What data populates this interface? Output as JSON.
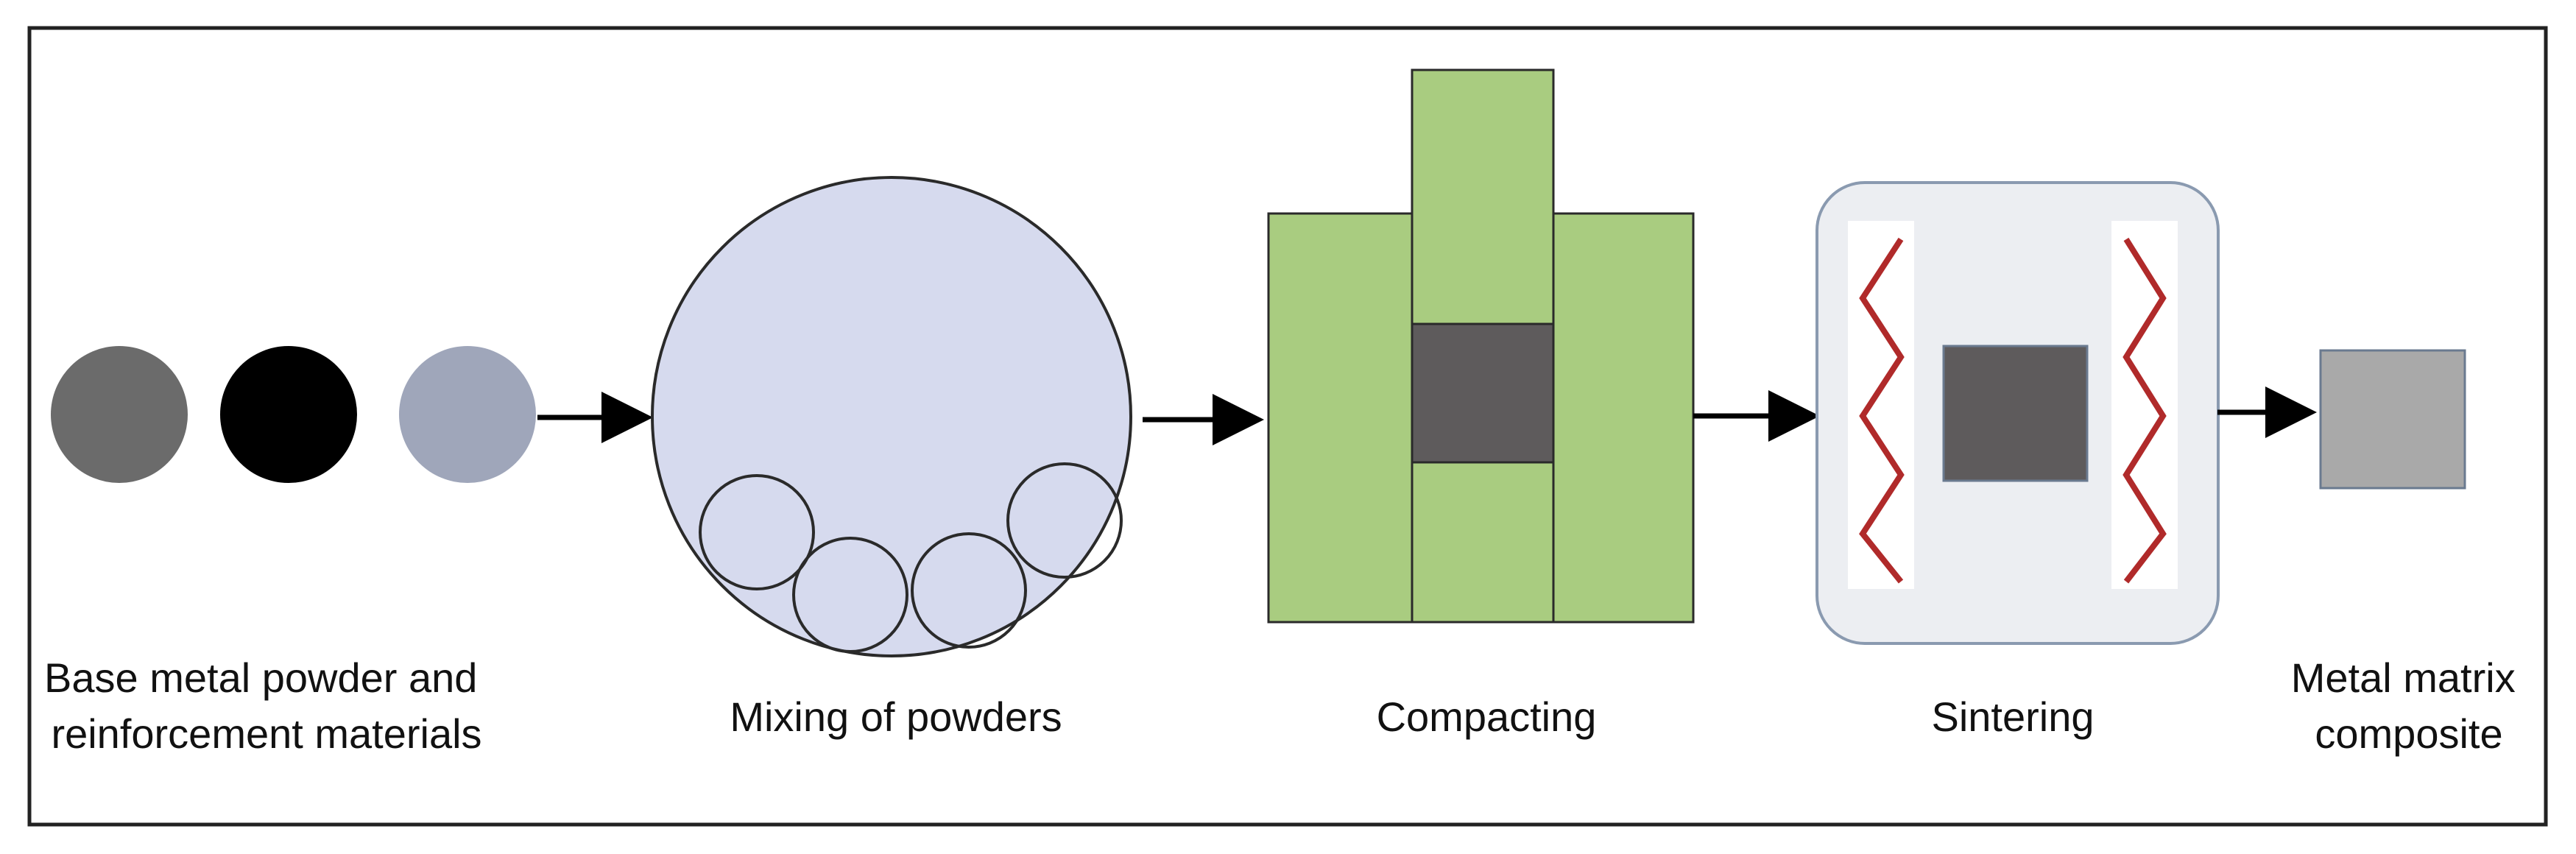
{
  "stages": [
    {
      "id": "powders",
      "label_lines": [
        "Base metal powder and",
        "reinforcement materials"
      ],
      "colors": [
        "#6b6b6b",
        "#000000",
        "#9fa6ba"
      ]
    },
    {
      "id": "mixing",
      "label_lines": [
        "Mixing of powders"
      ],
      "colors": [
        "#d6daee",
        "#2a2a2a"
      ]
    },
    {
      "id": "compacting",
      "label_lines": [
        "Compacting"
      ],
      "colors": [
        "#a9cc80",
        "#5e5b5c"
      ]
    },
    {
      "id": "sintering",
      "label_lines": [
        "Sintering"
      ],
      "colors": [
        "#eceef2",
        "#b02a2a",
        "#5e5b5c"
      ]
    },
    {
      "id": "composite",
      "label_lines": [
        "Metal matrix",
        "composite"
      ],
      "colors": [
        "#a9a9a9"
      ]
    }
  ],
  "arrow_color": "#000000",
  "frame_color": "#222222"
}
